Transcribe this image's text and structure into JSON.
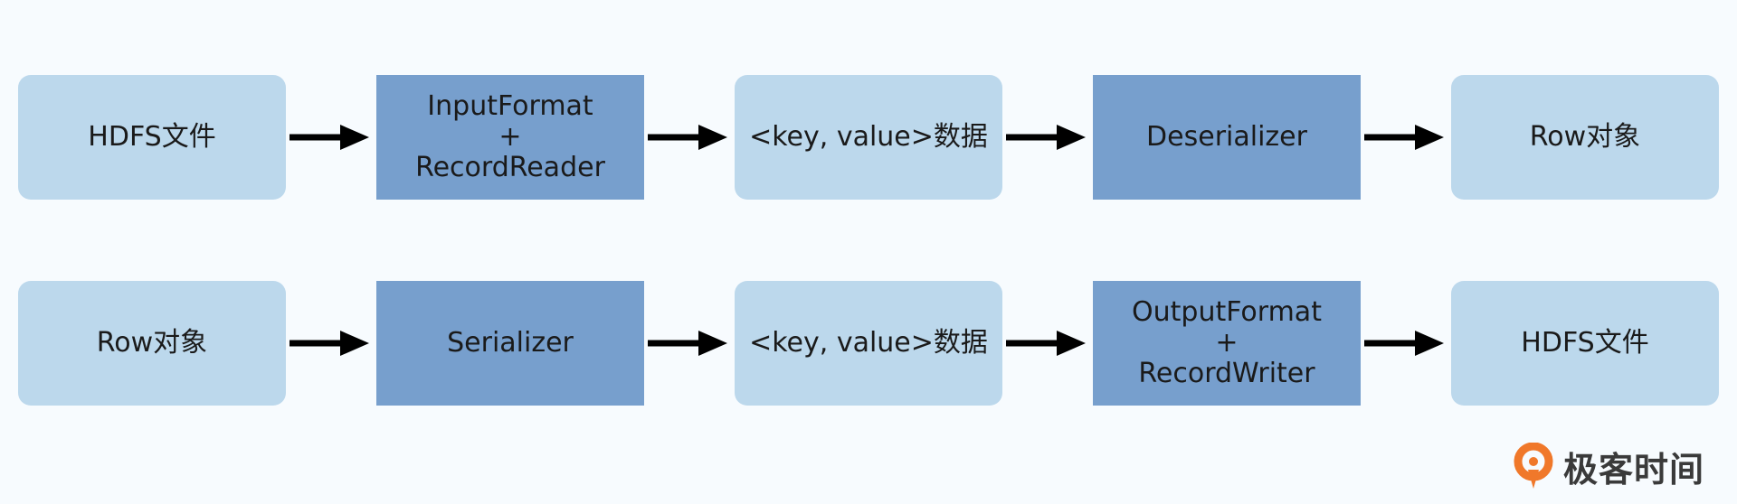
{
  "row1": {
    "n1": {
      "lines": [
        "HDFS文件"
      ]
    },
    "n2": {
      "lines": [
        "InputFormat",
        "+",
        "RecordReader"
      ]
    },
    "n3": {
      "lines": [
        "<key, value>数据"
      ]
    },
    "n4": {
      "lines": [
        "Deserializer"
      ]
    },
    "n5": {
      "lines": [
        "Row对象"
      ]
    }
  },
  "row2": {
    "n1": {
      "lines": [
        "Row对象"
      ]
    },
    "n2": {
      "lines": [
        "Serializer"
      ]
    },
    "n3": {
      "lines": [
        "<key, value>数据"
      ]
    },
    "n4": {
      "lines": [
        "OutputFormat",
        "+",
        "RecordWriter"
      ]
    },
    "n5": {
      "lines": [
        "HDFS文件"
      ]
    }
  },
  "logo": {
    "text": "极客时间",
    "icon": "geektime-logo-icon"
  },
  "colors": {
    "background": "#f7fbfe",
    "light_box": "#bcd8ec",
    "dark_box": "#779fcd",
    "arrow": "#000000",
    "logo_accent": "#f0782a"
  }
}
